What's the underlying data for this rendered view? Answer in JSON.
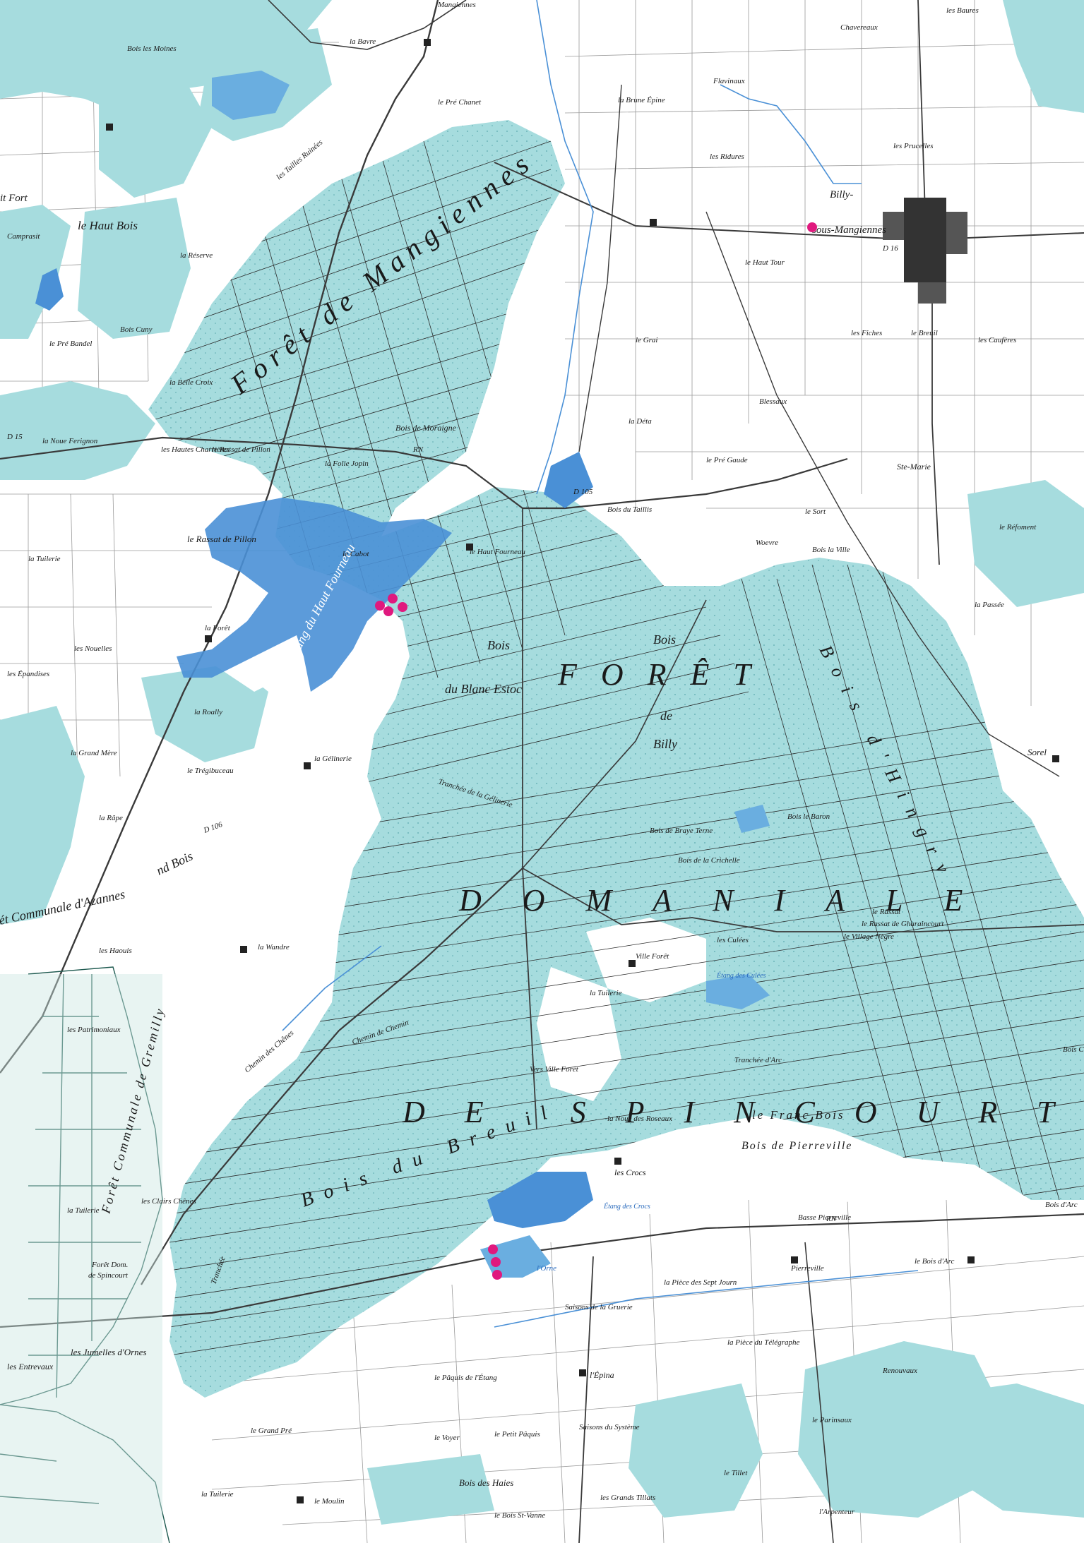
{
  "colors": {
    "paper": "#ffffff",
    "forest": "#a6dcde",
    "forest_dark": "#7cc7cc",
    "water": "#4a90d6",
    "road": "#3a3a3a",
    "parcel_line": "#222222",
    "marker": "#e0197e"
  },
  "forest_names": {
    "mangiennes": "Forêt de Mangiennes",
    "foret": "FORÊT",
    "domaniale": "DOMANIALE",
    "spincourt": "DE SPINCOURT",
    "bois_de": "de",
    "billy": "Billy",
    "hingry": "Bois d'Hingry",
    "breuil": "Bois du Breuil",
    "blanc_estoc_1": "Bois",
    "blanc_estoc_2": "du Blanc Estoc",
    "bois_billy_1": "Bois",
    "etang_haut_fourneau": "Étang du Haut Fourneau",
    "communale_gremilly": "Forêt Communale de Gremilly",
    "communale_azannes": "ét Communale d'Azannes",
    "nd_bois": "nd Bois"
  },
  "places": [
    {
      "id": "billy",
      "text": "Billy-"
    },
    {
      "id": "sous_mangiennes",
      "text": "sous-Mangiennes"
    },
    {
      "id": "haut_bois",
      "text": "le Haut Bois"
    },
    {
      "id": "bois_moines",
      "text": "Bois les Moines"
    },
    {
      "id": "rassat_pillon",
      "text": "le Rassat de Pillon"
    },
    {
      "id": "haut_fourneau",
      "text": "le Haut Fourneau"
    },
    {
      "id": "bois_moraigne",
      "text": "Bois de Moraigne"
    },
    {
      "id": "la_deta",
      "text": "la Déta"
    },
    {
      "id": "pre_gaude",
      "text": "le Pré Gaude"
    },
    {
      "id": "bois_taillis",
      "text": "Bois du Taillis"
    },
    {
      "id": "woevre",
      "text": "Woevre"
    },
    {
      "id": "bois_ville",
      "text": "Bois la Ville"
    },
    {
      "id": "sorel",
      "text": "Sorel"
    },
    {
      "id": "ville_foret",
      "text": "Ville Forêt"
    },
    {
      "id": "la_tuilerie",
      "text": "la Tuilerie"
    },
    {
      "id": "les_culees",
      "text": "les Culées"
    },
    {
      "id": "etang_culees",
      "text": "Étang des Culées"
    },
    {
      "id": "village_negre",
      "text": "le Village Nègre"
    },
    {
      "id": "franc_bois",
      "text": "le Franc Bois"
    },
    {
      "id": "bois_pierreville",
      "text": "Bois de Pierreville"
    },
    {
      "id": "les_crocs",
      "text": "les Crocs"
    },
    {
      "id": "etang_crocs",
      "text": "Étang des Crocs"
    },
    {
      "id": "noue_roseaux",
      "text": "la Noue des Roseaux"
    },
    {
      "id": "vers_ville_foret",
      "text": "Vers Ville Forêt"
    },
    {
      "id": "basse_pierreville",
      "text": "Basse Pierreville"
    },
    {
      "id": "pierreville",
      "text": "Pierreville"
    },
    {
      "id": "bois_arc",
      "text": "le Bois d'Arc"
    },
    {
      "id": "piece_sept_journ",
      "text": "la Pièce des Sept Journ"
    },
    {
      "id": "saisons_gruerie",
      "text": "Saisons de la Gruerie"
    },
    {
      "id": "piece_telegraphe",
      "text": "la Pièce du Télégraphe"
    },
    {
      "id": "renouvaux",
      "text": "Renouvaux"
    },
    {
      "id": "paquis_etang",
      "text": "le Pâquis de l'Étang"
    },
    {
      "id": "epina",
      "text": "l'Épina"
    },
    {
      "id": "voyer",
      "text": "le Voyer"
    },
    {
      "id": "petit_paquis",
      "text": "le Petit Pâquis"
    },
    {
      "id": "saisons_systeme",
      "text": "Saisons du Système"
    },
    {
      "id": "parinsaux",
      "text": "le Parinsaux"
    },
    {
      "id": "tillet",
      "text": "le Tillet"
    },
    {
      "id": "bois_haies",
      "text": "Bois des Haies"
    },
    {
      "id": "grands_tillats",
      "text": "les Grands Tillats"
    },
    {
      "id": "bois_st_vanne",
      "text": "le Bois St-Vanne"
    },
    {
      "id": "arpenteur",
      "text": "l'Arpenteur"
    },
    {
      "id": "grand_pre",
      "text": "le Grand Pré"
    },
    {
      "id": "moulin",
      "text": "le Moulin"
    },
    {
      "id": "tuilerie2",
      "text": "la Tuilerie"
    },
    {
      "id": "la_wandre",
      "text": "la Wandre"
    },
    {
      "id": "les_haouis",
      "text": "les Haouis"
    },
    {
      "id": "la_rape",
      "text": "la Râpe"
    },
    {
      "id": "tregibuceau",
      "text": "le Trégibuceau"
    },
    {
      "id": "grand_mere",
      "text": "la Grand Mère"
    },
    {
      "id": "la_gelinerie",
      "text": "la Gélinerie"
    },
    {
      "id": "la_foret",
      "text": "la Forêt"
    },
    {
      "id": "les_nouelles",
      "text": "les Nouelles"
    },
    {
      "id": "les_epandises",
      "text": "les Épandises"
    },
    {
      "id": "la_tuilerie3",
      "text": "la Tuilerie"
    },
    {
      "id": "foret_dom_spincourt_1",
      "text": "Forêt Dom."
    },
    {
      "id": "foret_dom_spincourt_2",
      "text": "de Spincourt"
    },
    {
      "id": "jumelles",
      "text": "les Jumelles d'Ornes"
    },
    {
      "id": "entrevaux",
      "text": "les Entrevaux"
    },
    {
      "id": "patrimoniaux",
      "text": "les Patrimoniaux"
    },
    {
      "id": "rassat_gharaincourt",
      "text": "le Rassat de Gharaincourt"
    },
    {
      "id": "le_rassat",
      "text": "le Rassat"
    },
    {
      "id": "bois_baron",
      "text": "Bois le Baron"
    },
    {
      "id": "bois_braye",
      "text": "Bois de Braye Terne"
    },
    {
      "id": "bois_crichelle",
      "text": "Bois de la Crichelle"
    },
    {
      "id": "les_fiches",
      "text": "les Fiches"
    },
    {
      "id": "ste_marie",
      "text": "Ste-Marie"
    },
    {
      "id": "blessaux",
      "text": "Blessaux"
    },
    {
      "id": "le_grai",
      "text": "le Grai"
    },
    {
      "id": "le_sort",
      "text": "le Sort"
    },
    {
      "id": "la_passee",
      "text": "la Passée"
    },
    {
      "id": "haut_tour",
      "text": "le Haut Tour"
    },
    {
      "id": "les_ridures",
      "text": "les Ridures"
    },
    {
      "id": "brune_epine",
      "text": "la Brune Épine"
    },
    {
      "id": "pre_chanet",
      "text": "le Pré Chanet"
    },
    {
      "id": "les_tailles",
      "text": "les Tailles Ruinées"
    },
    {
      "id": "la_reserve",
      "text": "la Réserve"
    },
    {
      "id": "bois_cuny",
      "text": "Bois Cuny"
    },
    {
      "id": "belle_croix",
      "text": "la Belle Croix"
    },
    {
      "id": "les_hautes_charrieres",
      "text": "les Hautes Charrières"
    },
    {
      "id": "rassat_pillon2",
      "text": "le Rassat de Pillon"
    },
    {
      "id": "folie_jopin",
      "text": "la Folie Jopin"
    },
    {
      "id": "la_tuilerie4",
      "text": "la Tuilerie"
    },
    {
      "id": "noue_ferignon",
      "text": "la Noue Ferignon"
    },
    {
      "id": "le_cabot",
      "text": "le Cabot"
    },
    {
      "id": "pre_bandel",
      "text": "le Pré Bandel"
    },
    {
      "id": "la_bavre",
      "text": "la Bavre"
    },
    {
      "id": "la_roally",
      "text": "la Roally"
    },
    {
      "id": "camprasit",
      "text": "Camprasit"
    },
    {
      "id": "it_fort",
      "text": "it Fort"
    },
    {
      "id": "bois_arc2",
      "text": "Bois d'Arc"
    },
    {
      "id": "les_clairs_chenes",
      "text": "les Clairs Chênes"
    },
    {
      "id": "bois_chaudes",
      "text": "Bois Chaudes"
    },
    {
      "id": "le_refoment",
      "text": "le Réfoment"
    },
    {
      "id": "mangiennes_n",
      "text": "Mangiennes"
    },
    {
      "id": "chavereaux",
      "text": "Chavereaux"
    },
    {
      "id": "flavinaux",
      "text": "Flavinaux"
    },
    {
      "id": "les_baures",
      "text": "les Baures"
    },
    {
      "id": "les_prucelles",
      "text": "les Prucelles"
    },
    {
      "id": "le_breuil",
      "text": "le Breuil"
    },
    {
      "id": "les_cauferes",
      "text": "les Caufères"
    }
  ],
  "roads": [
    {
      "id": "d15",
      "text": "D 15"
    },
    {
      "id": "d105",
      "text": "D 105"
    },
    {
      "id": "d106",
      "text": "D 106"
    },
    {
      "id": "d16",
      "text": "D 16"
    },
    {
      "id": "rn1",
      "text": "RN"
    },
    {
      "id": "rn2",
      "text": "RN"
    },
    {
      "id": "tranchee_1",
      "text": "Tranchée"
    },
    {
      "id": "tranchee_2",
      "text": "Tranchée de la Gélinerie"
    },
    {
      "id": "tranchee_3",
      "text": "Tranchée d'Arc"
    },
    {
      "id": "chemin_1",
      "text": "Chemin des Chênes"
    },
    {
      "id": "chemin_2",
      "text": "Chemin de Chemin"
    },
    {
      "id": "orne",
      "text": "l'Orne"
    }
  ],
  "markers": [
    {
      "id": "m-billy"
    },
    {
      "id": "m-etang-1"
    },
    {
      "id": "m-etang-2"
    },
    {
      "id": "m-etang-3"
    },
    {
      "id": "m-etang-4"
    },
    {
      "id": "m-breuil-1"
    },
    {
      "id": "m-breuil-2"
    },
    {
      "id": "m-breuil-3"
    }
  ],
  "icons": {
    "marker": "pink-dot-icon",
    "settlement": "building-icon",
    "lake": "lake-icon"
  }
}
